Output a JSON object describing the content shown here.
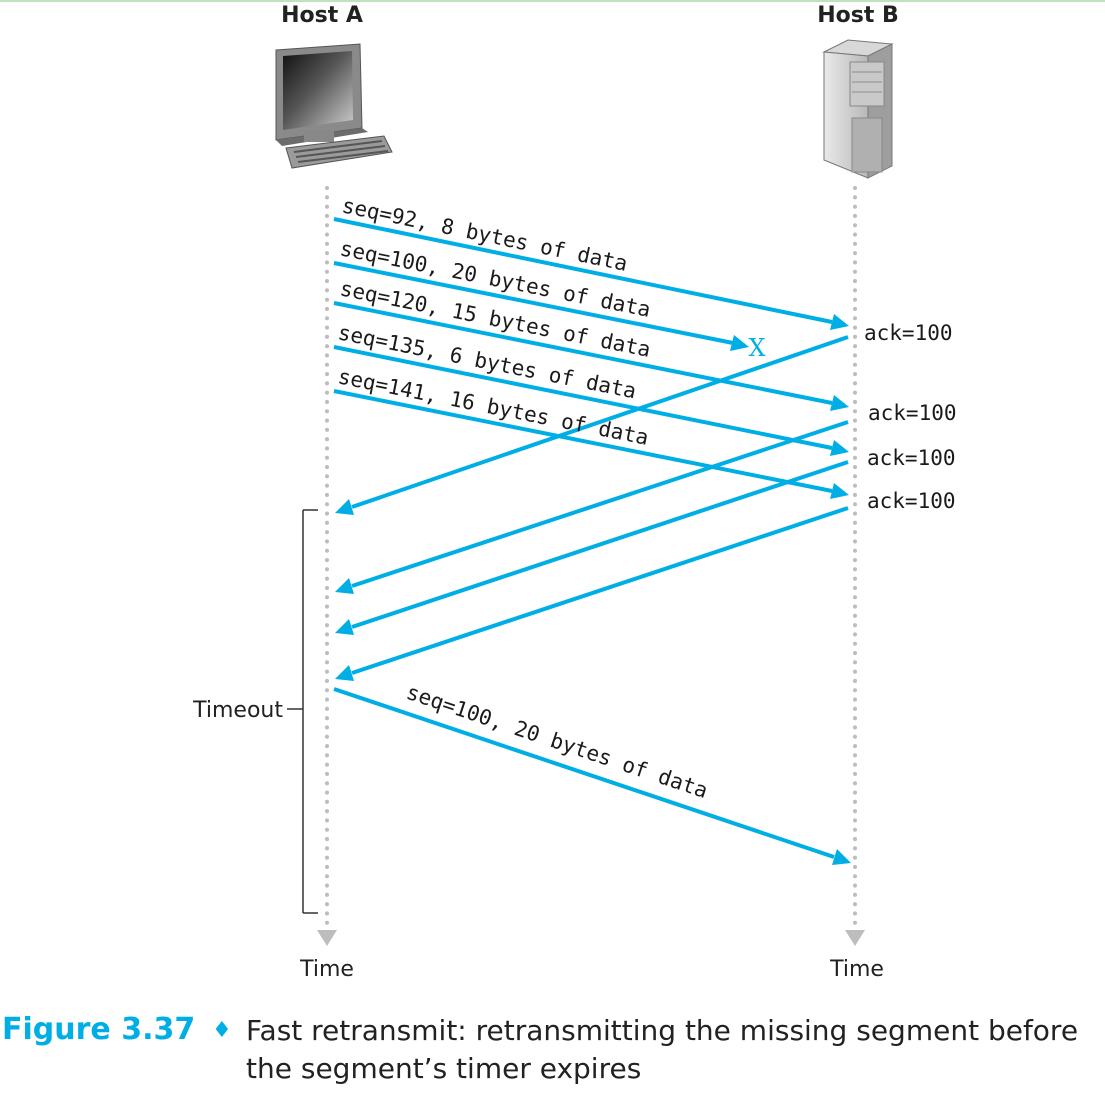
{
  "hosts": {
    "a": "Host A",
    "b": "Host B"
  },
  "time_labels": {
    "a": "Time",
    "b": "Time"
  },
  "timeout_label": "Timeout",
  "loss_marker": "X",
  "segments": [
    "seq=92, 8 bytes of data",
    "seq=100, 20 bytes of data",
    "seq=120, 15 bytes of data",
    "seq=135, 6 bytes of data",
    "seq=141, 16 bytes of data"
  ],
  "retransmit": "seq=100, 20 bytes of data",
  "acks": [
    "ack=100",
    "ack=100",
    "ack=100",
    "ack=100"
  ],
  "caption": {
    "number": "Figure 3.37",
    "symbol": "♦",
    "text": "Fast retransmit: retransmitting the missing segment before the segment’s timer expires"
  },
  "colors": {
    "arrow": "#00aee6",
    "timeline": "#bdbdbd",
    "figure": "#00aee6"
  }
}
